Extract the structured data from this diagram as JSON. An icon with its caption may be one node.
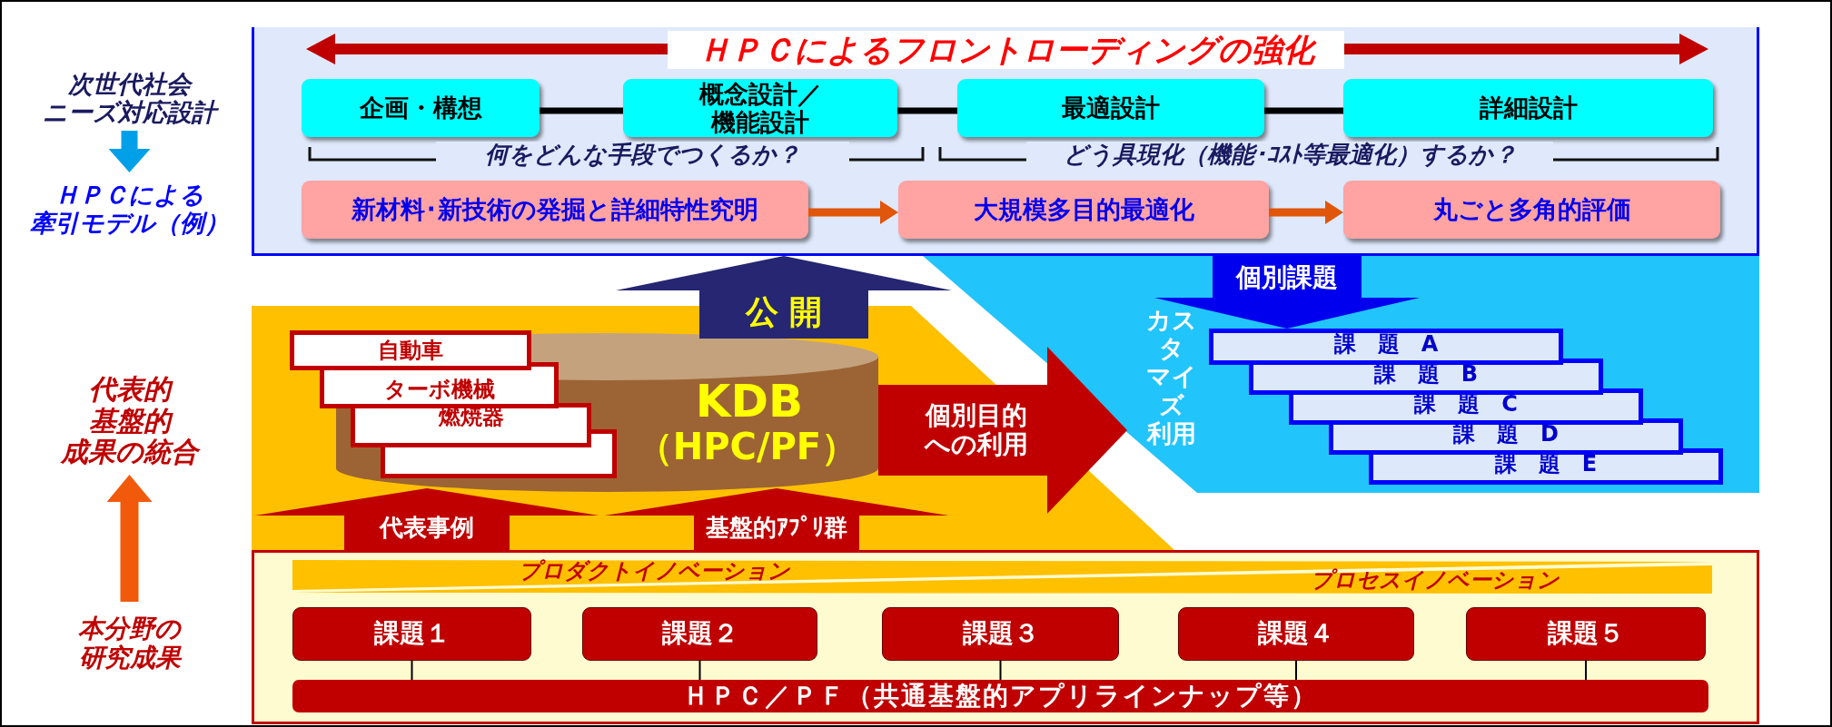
{
  "diagram": {
    "nodes": [
      {
        "text": [
          "次世代社会ニーズ対応設計"
        ]
      },
      {
        "text": [
          "ＨＰＣによる牽引モデル（例）"
        ]
      },
      {
        "text": [
          "ＨＰＣによるフロントローディングの強化"
        ]
      },
      {
        "text": [
          "企画・構想"
        ],
        "in": 2
      },
      {
        "text": [
          "概念設計／機能設計"
        ],
        "in": 2
      },
      {
        "text": [
          "最適設計"
        ],
        "in": 2
      },
      {
        "text": [
          "詳細設計"
        ],
        "in": 2
      },
      {
        "text": [
          "新材料･新技術の発掘と詳細特性究明"
        ],
        "in": 2
      },
      {
        "text": [
          "大規模多目的最適化"
        ],
        "in": 2
      },
      {
        "text": [
          "丸ごと多角的評価"
        ],
        "in": 2
      },
      {
        "text": [
          "KDB",
          "（HPC/PF）"
        ]
      },
      {
        "text": [
          "自動車"
        ]
      },
      {
        "text": [
          "ターボ機械"
        ]
      },
      {
        "text": [
          "燃焼器"
        ],
        "in": 10
      },
      {
        "text": [],
        "shape": "box",
        "in": 10
      },
      {
        "text": [
          "課　題　A"
        ]
      },
      {
        "text": [
          "課　題　B"
        ]
      },
      {
        "text": [
          "課　題　C"
        ]
      },
      {
        "text": [
          "課　題　D"
        ]
      },
      {
        "text": [
          "課　題　E"
        ]
      },
      {
        "text": [
          "代表的基盤的成果の統合"
        ]
      },
      {
        "text": [
          "本分野の研究成果"
        ]
      },
      {
        "text": [],
        "shape": "box"
      },
      {
        "text": [
          "課題１"
        ],
        "in": 22
      },
      {
        "text": [
          "課題２"
        ],
        "in": 22
      },
      {
        "text": [
          "課題３"
        ],
        "in": 22
      },
      {
        "text": [
          "課題４"
        ],
        "in": 22
      },
      {
        "text": [
          "課題５"
        ],
        "in": 22
      },
      {
        "text": [
          "ＨＰＣ／ＰＦ（共通基盤的アプリラインナップ等）"
        ],
        "in": 22
      }
    ],
    "edges": [
      {
        "from": 0,
        "to": 1,
        "arrow": "to",
        "style": "thick",
        "color": "#00a0e9"
      },
      {
        "from": 3,
        "to": 4,
        "arrow": "none"
      },
      {
        "from": 4,
        "to": 5,
        "arrow": "none"
      },
      {
        "from": 5,
        "to": 6,
        "arrow": "none"
      },
      {
        "from": 7,
        "to": 8,
        "arrow": "to",
        "color": "#e0560a"
      },
      {
        "from": 8,
        "to": 9,
        "arrow": "to",
        "color": "#e0560a"
      },
      {
        "from": 21,
        "to": 20,
        "arrow": "to",
        "style": "thick",
        "color": "#f05a0a"
      },
      {
        "from": 23,
        "to": 28,
        "arrow": "none"
      },
      {
        "from": 24,
        "to": 28,
        "arrow": "none"
      },
      {
        "from": 25,
        "to": 28,
        "arrow": "none"
      },
      {
        "from": 26,
        "to": 28,
        "arrow": "none"
      },
      {
        "from": 27,
        "to": 28,
        "arrow": "none"
      },
      {
        "from": 10,
        "to": 2,
        "label": "公 開",
        "arrow": "to",
        "style": "thick",
        "color": "#262673"
      },
      {
        "from": 2,
        "to": 15,
        "label": "個別課題",
        "arrow": "to",
        "style": "thick",
        "color": "#0000ee"
      },
      {
        "from": 10,
        "to": null,
        "label": "個別目的への利用",
        "arrow": "to",
        "style": "thick",
        "color": "#c00000"
      },
      {
        "from": 22,
        "to": 10,
        "label": "代表事例",
        "arrow": "to",
        "style": "thick",
        "color": "#c00000"
      },
      {
        "from": 22,
        "to": 10,
        "label": "基盤的ｱﾌﾟﾘ群",
        "arrow": "to",
        "style": "thick",
        "color": "#c00000"
      }
    ],
    "labels": [
      "何をどんな手段でつくるか？",
      "どう具現化（機能･ｺｽﾄ等最適化）するか？",
      "カスタマイズ利用",
      "プロダクトイノベーション",
      "プロセスイノベーション"
    ]
  }
}
